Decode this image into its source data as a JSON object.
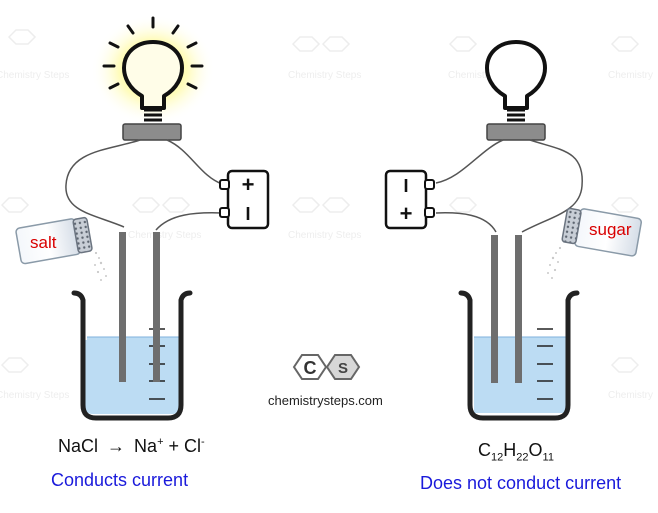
{
  "watermark": {
    "text": "Chemistry Steps",
    "letters": [
      "C",
      "S"
    ]
  },
  "left_setup": {
    "shaker_label": "salt",
    "battery_top": "+",
    "battery_bottom": "I",
    "equation": {
      "reactant": "NaCl",
      "arrow": "→",
      "ion1": "Na",
      "ion1_charge": "+",
      "plus": "+",
      "ion2": "Cl",
      "ion2_charge": "-"
    },
    "caption": "Conducts current",
    "bulb_state": "lit"
  },
  "right_setup": {
    "shaker_label": "sugar",
    "battery_top": "I",
    "battery_bottom": "+",
    "formula": {
      "c": "C",
      "c_sub": "12",
      "h": "H",
      "h_sub": "22",
      "o": "O",
      "o_sub": "11"
    },
    "caption": "Does not conduct current",
    "bulb_state": "off"
  },
  "logo": {
    "left_letter": "C",
    "right_letter": "S",
    "site": "chemistrysteps.com"
  },
  "colors": {
    "caption": "#1a1adb",
    "shaker_label": "#d90000",
    "water": "#bcdcf3",
    "glow": "#fffa86",
    "electrode": "#6e6e6e",
    "bulb_base": "#8c8c8c"
  }
}
